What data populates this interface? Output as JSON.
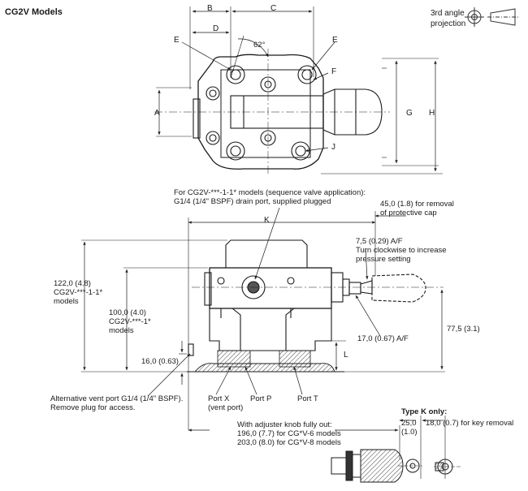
{
  "title": "CG2V Models",
  "projection": "3rd angle\nprojection",
  "dims": {
    "B": "B",
    "C": "C",
    "D": "D",
    "angle": "62°",
    "E_left": "E",
    "E_right": "E",
    "F": "F",
    "J": "J",
    "A": "A",
    "G": "G",
    "H": "H",
    "K": "K",
    "L": "L"
  },
  "notes": {
    "drain_port": "For CG2V-***-1-1* models (sequence valve application):\nG1/4 (1/4\" BSPF) drain port, supplied plugged",
    "cap_removal": "45,0 (1.8) for removal\nof protective cap",
    "af_075": "7,5 (0.29) A/F\nTurn clockwise to increase\npressure setting",
    "dim_122": "122,0 (4.8)\nCG2V-***-1-1*\nmodels",
    "dim_100": "100,0 (4.0)\nCG2V-***-1*\nmodels",
    "dim_16": "16,0 (0.63)",
    "af_17": "17,0 (0.67) A/F",
    "dim_775": "77,5 (3.1)",
    "vent_alt": "Alternative vent port G1/4 (1/4\" BSPF).\nRemove plug for access.",
    "port_x": "Port X\n(vent port)",
    "port_p": "Port P",
    "port_t": "Port T",
    "adjuster": "With adjuster knob fully out:\n196,0 (7.7) for CG*V-6 models\n203,0 (8.0) for CG*V-8 models",
    "type_k": "Type K only:",
    "dim_25": "25,0\n(1.0)",
    "dim_18": "18,0 (0.7) for key removal"
  }
}
